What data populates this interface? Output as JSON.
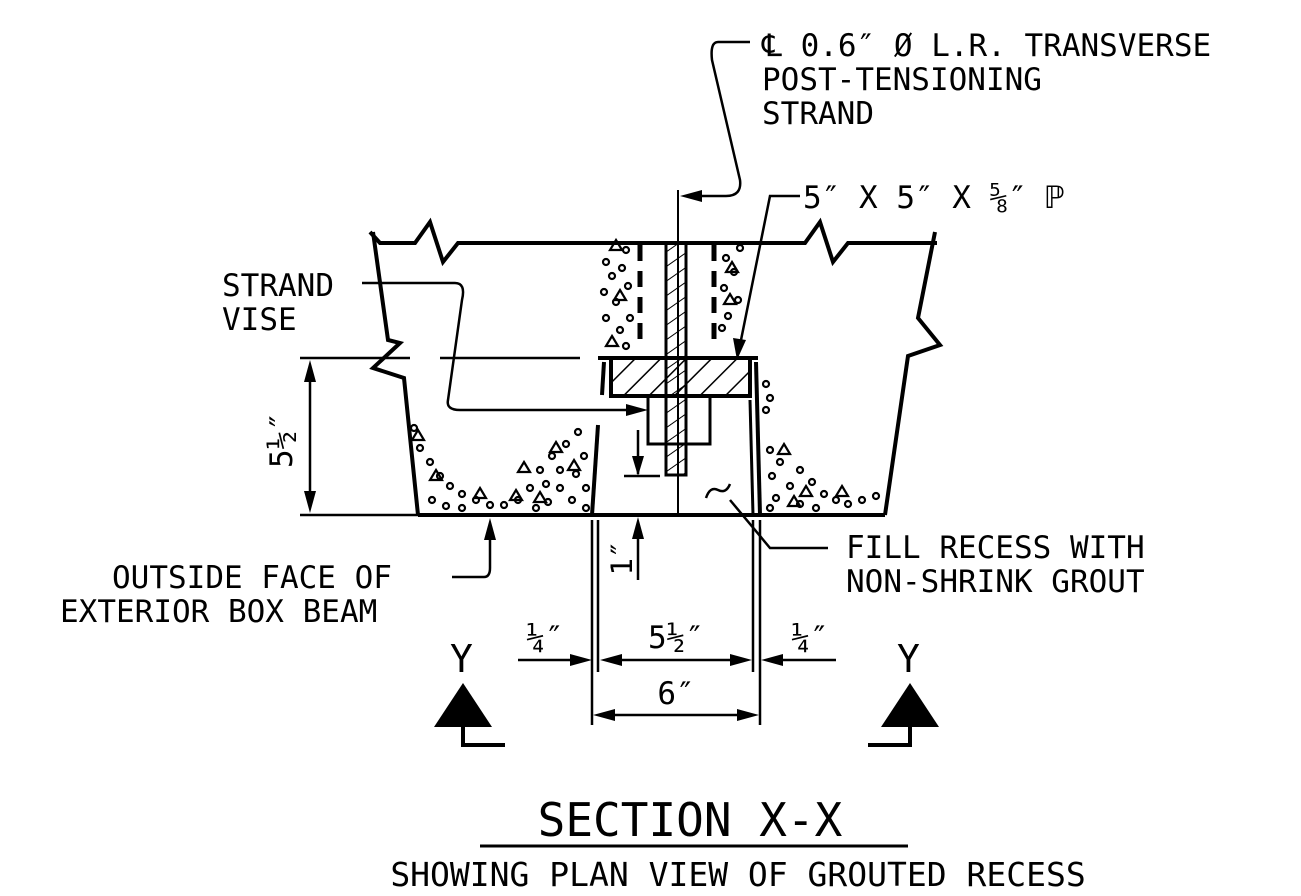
{
  "labels": {
    "strand_line1": "℄ 0.6″ Ø L.R. TRANSVERSE",
    "strand_line2": "POST-TENSIONING",
    "strand_line3": "STRAND",
    "plate": "5″ X 5″ X ⅝″ ℙ",
    "vise_line1": "STRAND",
    "vise_line2": "VISE",
    "grout_line1": "FILL RECESS WITH",
    "grout_line2": "NON-SHRINK GROUT",
    "face_line1": "OUTSIDE FACE OF",
    "face_line2": "EXTERIOR BOX BEAM"
  },
  "dimensions": {
    "height": "5½″",
    "offset": "1″",
    "left_gap": "¼″",
    "inner_width": "5½″",
    "right_gap": "¼″",
    "total_width": "6″"
  },
  "section_markers": {
    "left": "Y",
    "right": "Y"
  },
  "title": {
    "main": "SECTION X-X",
    "subtitle": "SHOWING PLAN VIEW OF GROUTED RECESS"
  }
}
